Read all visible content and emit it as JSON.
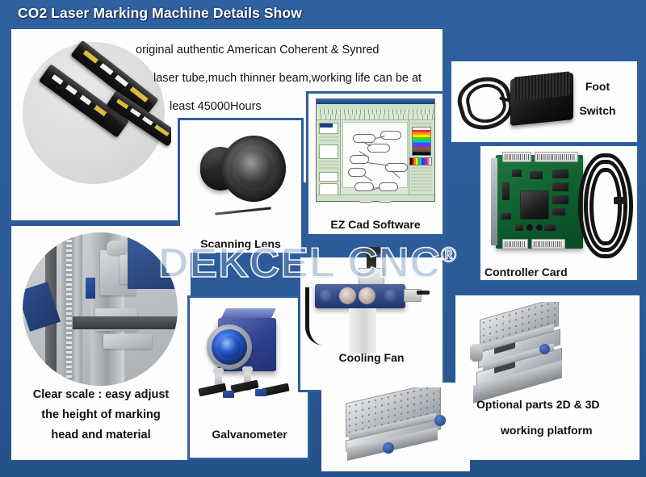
{
  "page": {
    "title": "CO2 Laser Marking Machine Details Show",
    "background_color": "#2e5f9e",
    "panel_background": "#fdfdfd",
    "text_color": "#141414"
  },
  "watermark": {
    "text": "DEKCEL CNC",
    "registered_mark": "®"
  },
  "laser_tube": {
    "lines": [
      "original authentic American Coherent & Synred",
      "laser tube,much thinner beam,working life can be at",
      "least 45000Hours"
    ]
  },
  "panels": {
    "foot_switch": {
      "caption_line1": "Foot",
      "caption_line2": "Switch"
    },
    "scanning_lens": {
      "caption": "Scanning Lens"
    },
    "ez_cad": {
      "caption": "EZ Cad Software"
    },
    "controller_card": {
      "caption": "Controller Card"
    },
    "clear_scale": {
      "caption_line1": "Clear scale : easy adjust",
      "caption_line2": "the height of marking",
      "caption_line3": "head and material"
    },
    "galvanometer": {
      "caption": "Galvanometer"
    },
    "cooling_fan": {
      "caption": "Cooling Fan"
    },
    "optional_parts": {
      "caption_line1": "Optional parts 2D & 3D",
      "caption_line2": "working  platform"
    },
    "working_platform_photo": {
      "caption": ""
    }
  }
}
